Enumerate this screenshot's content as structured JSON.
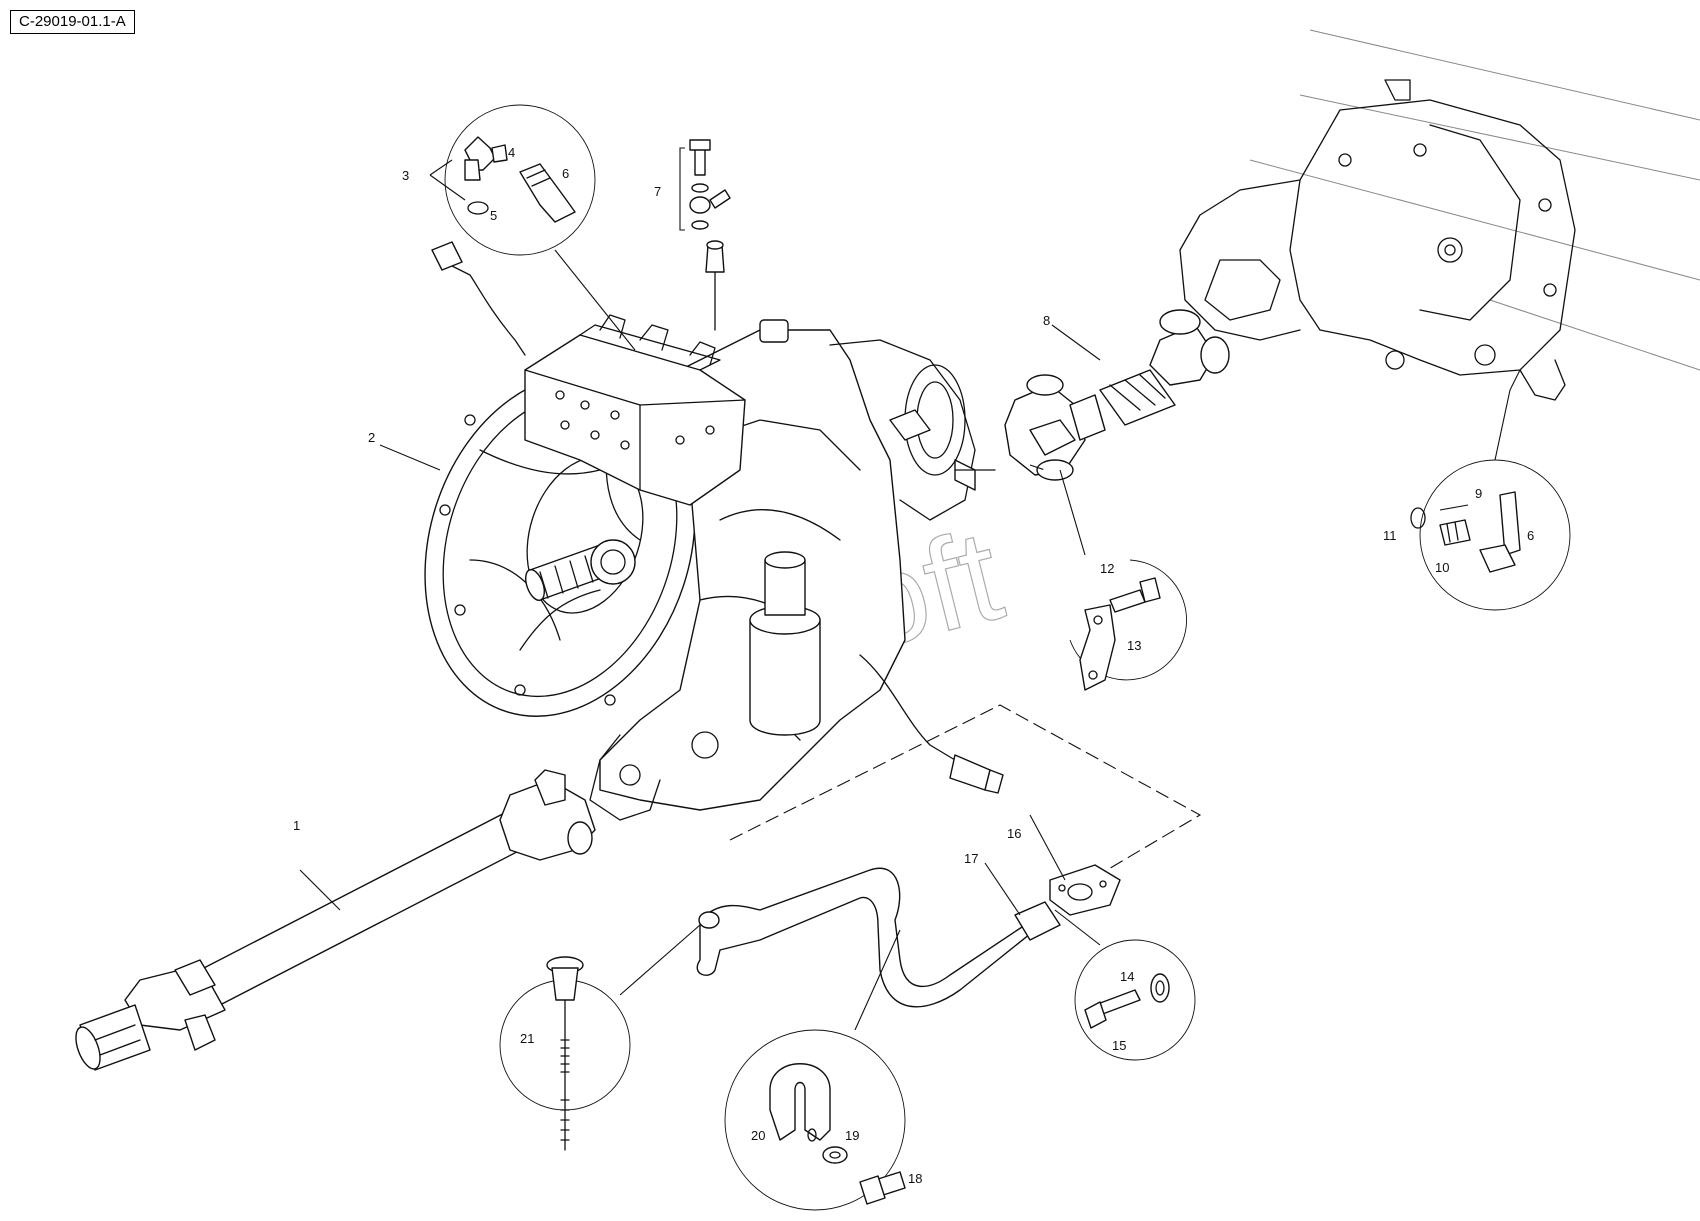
{
  "diagram": {
    "id_label": "C-29019-01.1-A",
    "watermark": "Soft"
  },
  "callouts": {
    "c1": "1",
    "c2": "2",
    "c3": "3",
    "c4": "4",
    "c5": "5",
    "c6a": "6",
    "c6b": "6",
    "c7": "7",
    "c8": "8",
    "c9": "9",
    "c10": "10",
    "c11": "11",
    "c12": "12",
    "c13": "13",
    "c14": "14",
    "c15": "15",
    "c16": "16",
    "c17": "17",
    "c18": "18",
    "c19": "19",
    "c20": "20",
    "c21": "21"
  }
}
